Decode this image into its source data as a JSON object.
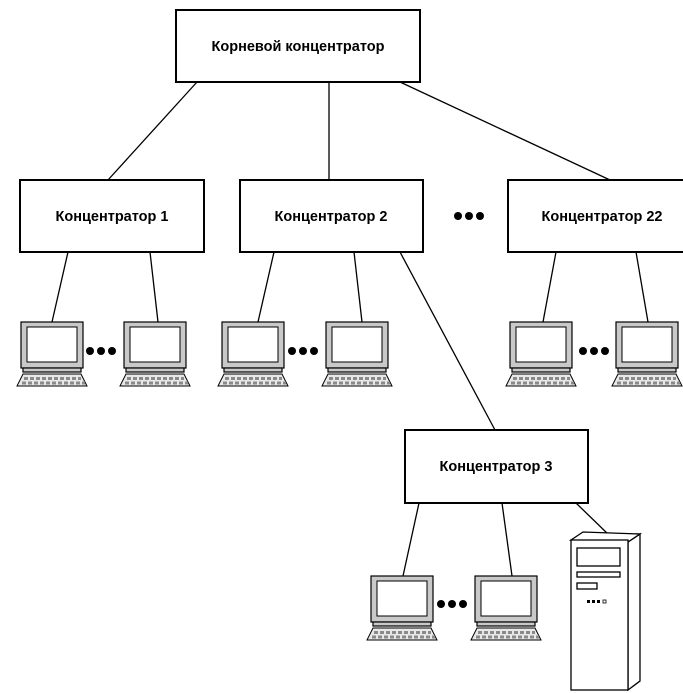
{
  "hubs": {
    "root": "Корневой концентратор",
    "hub1": "Концентратор 1",
    "hub2": "Концентратор 2",
    "hub22": "Концентратор 22",
    "hub3": "Концентратор 3"
  },
  "icons": {
    "computer": "computer-icon",
    "server": "server-tower-icon",
    "ellipsis": "ellipsis-icon"
  },
  "colors": {
    "line": "#000000",
    "monitor": "#c9c9c9",
    "background": "#ffffff"
  }
}
